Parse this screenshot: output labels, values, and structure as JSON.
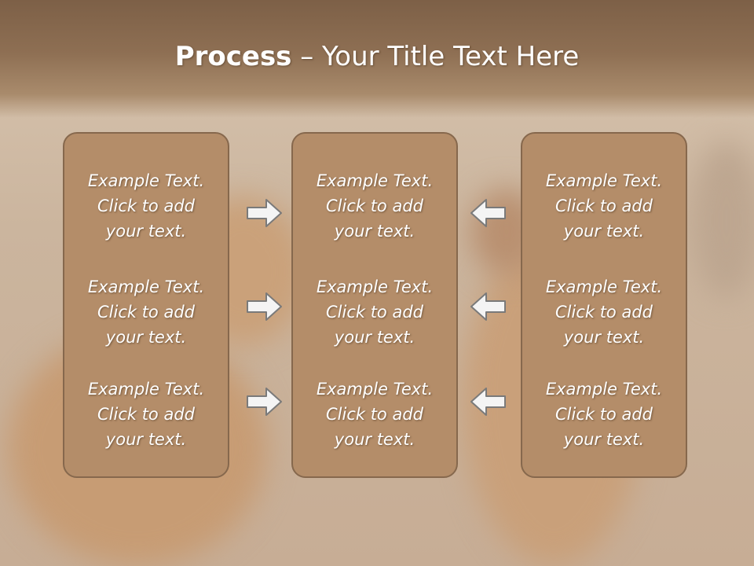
{
  "slide": {
    "title_bold": "Process",
    "title_rest": " – Your Title Text Here"
  },
  "panels": [
    {
      "items": [
        {
          "line1": "Example Text.",
          "line2": "Click  to add",
          "line3": "your text."
        },
        {
          "line1": "Example Text.",
          "line2": "Click  to add",
          "line3": "your text."
        },
        {
          "line1": "Example Text.",
          "line2": "Click  to add",
          "line3": "your text."
        }
      ]
    },
    {
      "items": [
        {
          "line1": "Example Text.",
          "line2": "Click  to add",
          "line3": "your text."
        },
        {
          "line1": "Example Text.",
          "line2": "Click  to add",
          "line3": "your text."
        },
        {
          "line1": "Example Text.",
          "line2": "Click  to add",
          "line3": "your text."
        }
      ]
    },
    {
      "items": [
        {
          "line1": "Example Text.",
          "line2": "Click  to add",
          "line3": "your text."
        },
        {
          "line1": "Example Text.",
          "line2": "Click  to add",
          "line3": "your text."
        },
        {
          "line1": "Example Text.",
          "line2": "Click  to add",
          "line3": "your text."
        }
      ]
    }
  ],
  "colors": {
    "header": "#7d6047",
    "panel_fill": "#b48d69",
    "panel_border": "#86684d",
    "arrow_fill": "#f4f4f4",
    "arrow_stroke": "#7a7a7a"
  },
  "icons": {
    "right_arrows": "arrow-right-icon",
    "left_arrows": "arrow-left-icon"
  }
}
